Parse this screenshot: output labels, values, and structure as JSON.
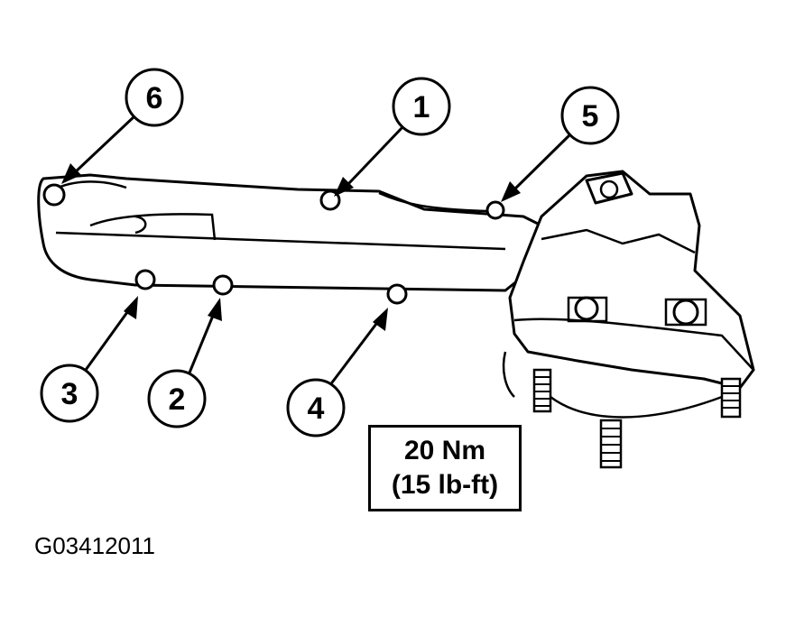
{
  "figure_id": "G03412011",
  "torque_spec": {
    "metric": "20 Nm",
    "imperial": "(15 lb-ft)"
  },
  "callouts": [
    {
      "label": "1"
    },
    {
      "label": "2"
    },
    {
      "label": "3"
    },
    {
      "label": "4"
    },
    {
      "label": "5"
    },
    {
      "label": "6"
    }
  ]
}
